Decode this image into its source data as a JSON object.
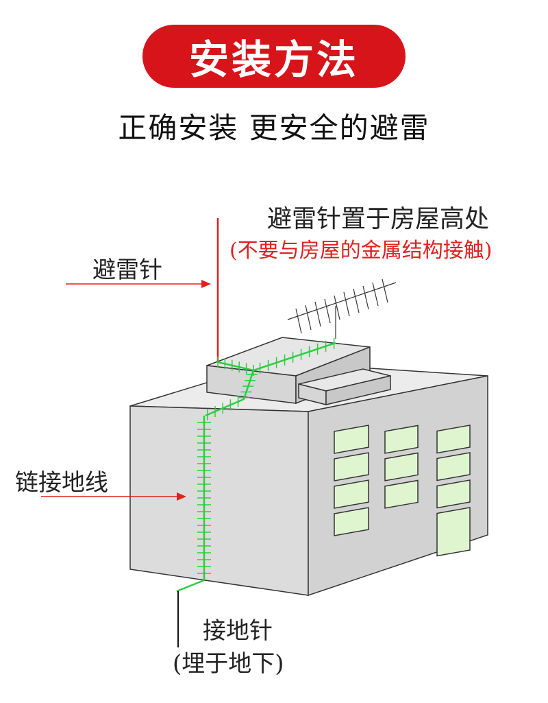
{
  "header": {
    "title": "安装方法",
    "subtitle": "正确安装 更安全的避雷"
  },
  "labels": {
    "rod_position": "避雷针置于房屋高处",
    "rod_note": "(不要与房屋的金属结构接触)",
    "rod": "避雷针",
    "chain_ground_wire": "链接地线",
    "ground_rod": "接地针",
    "ground_rod_note": "(埋于地下)"
  },
  "colors": {
    "title_bg": "#d8141b",
    "accent_red": "#e0201e",
    "wire_green": "#2ecc40",
    "window_green": "#dff5cf",
    "wall_front": "#dcdcdc",
    "wall_right": "#d0d0d0",
    "roof": "#ececec"
  }
}
